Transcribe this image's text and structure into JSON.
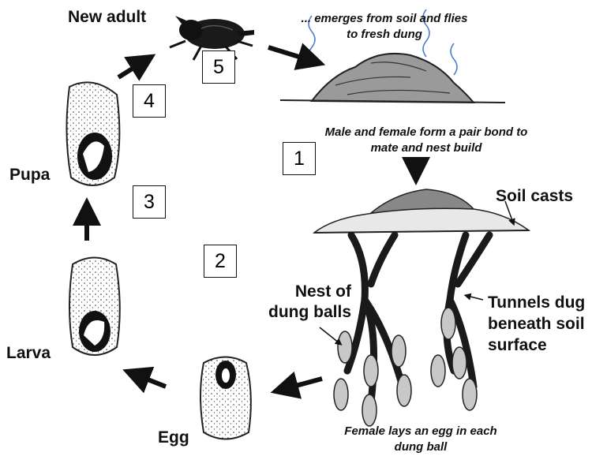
{
  "labels": {
    "new_adult": "New adult",
    "pupa": "Pupa",
    "larva": "Larva",
    "egg": "Egg",
    "soil_casts": "Soil casts",
    "nest_line1": "Nest of",
    "nest_line2": "dung  balls",
    "tunnels_line1": "Tunnels dug",
    "tunnels_line2": "beneath soil",
    "tunnels_line3": "surface"
  },
  "captions": {
    "emerges_line1": "... emerges from soil and flies",
    "emerges_line2": "to fresh dung",
    "pair_line1": "Male and female form a pair bond to",
    "pair_line2": "mate and nest build",
    "egg_line1": "Female lays an egg in each",
    "egg_line2": "dung ball"
  },
  "steps": [
    "1",
    "2",
    "3",
    "4",
    "5"
  ]
}
